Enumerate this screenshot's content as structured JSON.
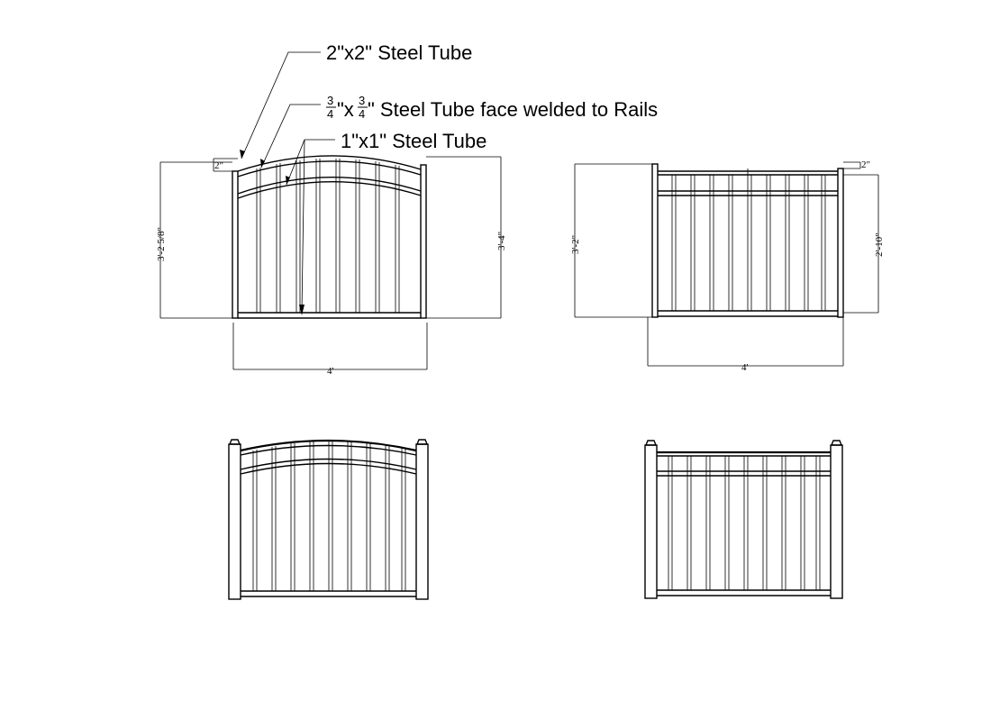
{
  "callouts": {
    "post": "2\"x2\" Steel Tube",
    "rail_num": "3",
    "rail_den": "4",
    "rail_x": "\"x",
    "rail_suffix": "\" Steel Tube face welded to Rails",
    "picket": "1\"x1\" Steel Tube"
  },
  "dims": {
    "arched_post_offset": "2\"",
    "arched_left_height": "3'-2 5/8\"",
    "arched_right_height": "3'-4\"",
    "arched_width": "4'",
    "flat_left_height": "3'-2\"",
    "flat_post_offset": "2\"",
    "flat_right_height": "2'-10\"",
    "flat_width": "4'"
  },
  "colors": {
    "line": "#000000",
    "background": "#ffffff"
  }
}
